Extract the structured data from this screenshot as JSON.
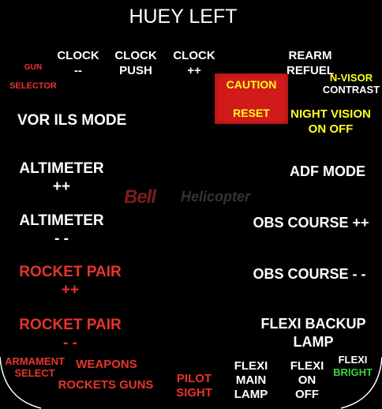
{
  "title": "HUEY LEFT",
  "buttons": {
    "gun": "GUN",
    "selector": "SELECTOR",
    "clock_minus_1": "CLOCK",
    "clock_minus_2": "--",
    "clock_push_1": "CLOCK",
    "clock_push_2": "PUSH",
    "clock_plus_1": "CLOCK",
    "clock_plus_2": "++",
    "rearm_1": "REARM",
    "rearm_2": "REFUEL",
    "caution_1": "CAUTION",
    "caution_2": "RESET",
    "nvisor_1": "N-VISOR",
    "nvisor_2": "CONTRAST",
    "nv_onoff_1": "NIGHT VISION",
    "nv_onoff_2": "ON OFF",
    "vor_ils": "VOR ILS MODE",
    "alt_plus_1": "ALTIMETER",
    "alt_plus_2": "++",
    "adf_mode": "ADF MODE",
    "alt_minus_1": "ALTIMETER",
    "alt_minus_2": "- -",
    "obs_plus": "OBS COURSE ++",
    "rocket_plus_1": "ROCKET PAIR",
    "rocket_plus_2": "++",
    "obs_minus": "OBS COURSE - -",
    "rocket_minus_1": "ROCKET PAIR",
    "rocket_minus_2": "- -",
    "flexi_backup_1": "FLEXI BACKUP",
    "flexi_backup_2": "LAMP",
    "armament_1": "ARMAMENT",
    "armament_2": "SELECT",
    "weapons": "WEAPONS",
    "rockets_guns": "ROCKETS  GUNS",
    "pilot_sight_1": "PILOT",
    "pilot_sight_2": "SIGHT",
    "flexi_main_1": "FLEXI",
    "flexi_main_2": "MAIN",
    "flexi_main_3": "LAMP",
    "flexi_onoff_1": "FLEXI",
    "flexi_onoff_2": "ON",
    "flexi_onoff_3": "OFF",
    "flexi_bright_1": "FLEXI",
    "flexi_bright_2": "BRIGHT"
  },
  "logo": {
    "brand": "Bell",
    "sub": "Helicopter"
  },
  "colors": {
    "background": "#000000",
    "white": "#ffffff",
    "red": "#e8342c",
    "yellow": "#ffff1e",
    "green": "#3cd23c",
    "caution_bg": "#d11a1a"
  }
}
